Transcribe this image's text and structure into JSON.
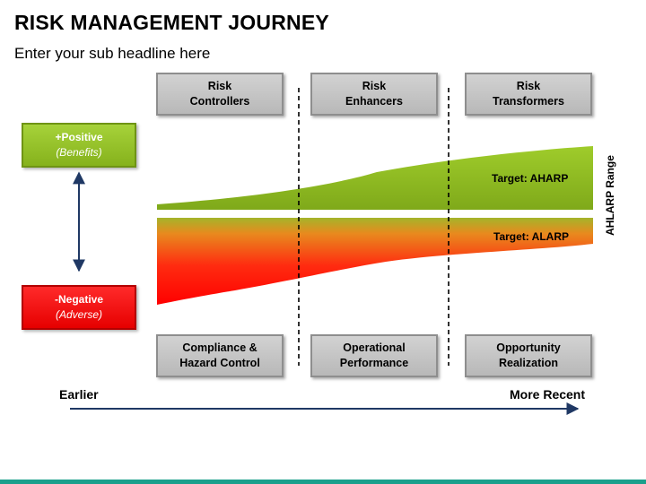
{
  "title": "RISK MANAGEMENT JOURNEY",
  "subtitle": "Enter your sub headline here",
  "top_boxes": [
    "Risk\nControllers",
    "Risk\nEnhancers",
    "Risk\nTransformers"
  ],
  "bottom_boxes": [
    "Compliance &\nHazard Control",
    "Operational\nPerformance",
    "Opportunity\nRealization"
  ],
  "positive": {
    "main": "+Positive",
    "sub": "(Benefits)"
  },
  "negative": {
    "main": "-Negative",
    "sub": "(Adverse)"
  },
  "target_top": "Target: AHARP",
  "target_bottom": "Target: ALARP",
  "range_label": "AHLARP Range",
  "timeline": {
    "start": "Earlier",
    "end": "More Recent"
  },
  "colors": {
    "positive": "#8dbb22",
    "negative": "#ff0000",
    "box": "#c4c4c4",
    "footer": "#1aa08c"
  }
}
